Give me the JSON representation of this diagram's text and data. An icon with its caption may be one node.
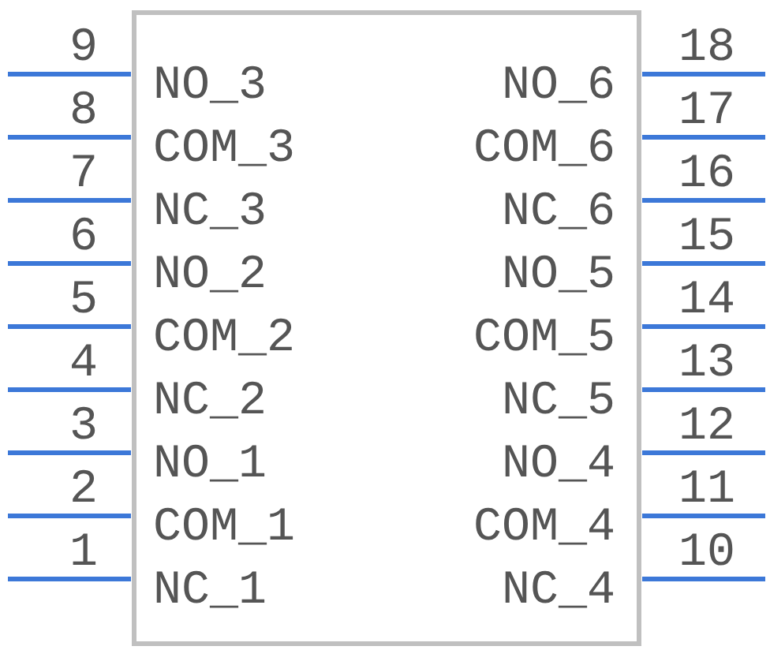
{
  "diagram": {
    "labels": [
      "9",
      "NO_3",
      "NO_6",
      "18",
      "8",
      "COM_3",
      "COM_6",
      "17",
      "7",
      "NC_3",
      "NC_6",
      "16",
      "6",
      "NO_2",
      "NO_5",
      "15",
      "5",
      "COM_2",
      "COM_5",
      "14",
      "4",
      "NC_2",
      "NC_5",
      "13",
      "3",
      "NO_1",
      "NO_4",
      "12",
      "2",
      "COM_1",
      "COM_4",
      "11",
      "1",
      "NC_1",
      "NC_4",
      "10"
    ]
  }
}
